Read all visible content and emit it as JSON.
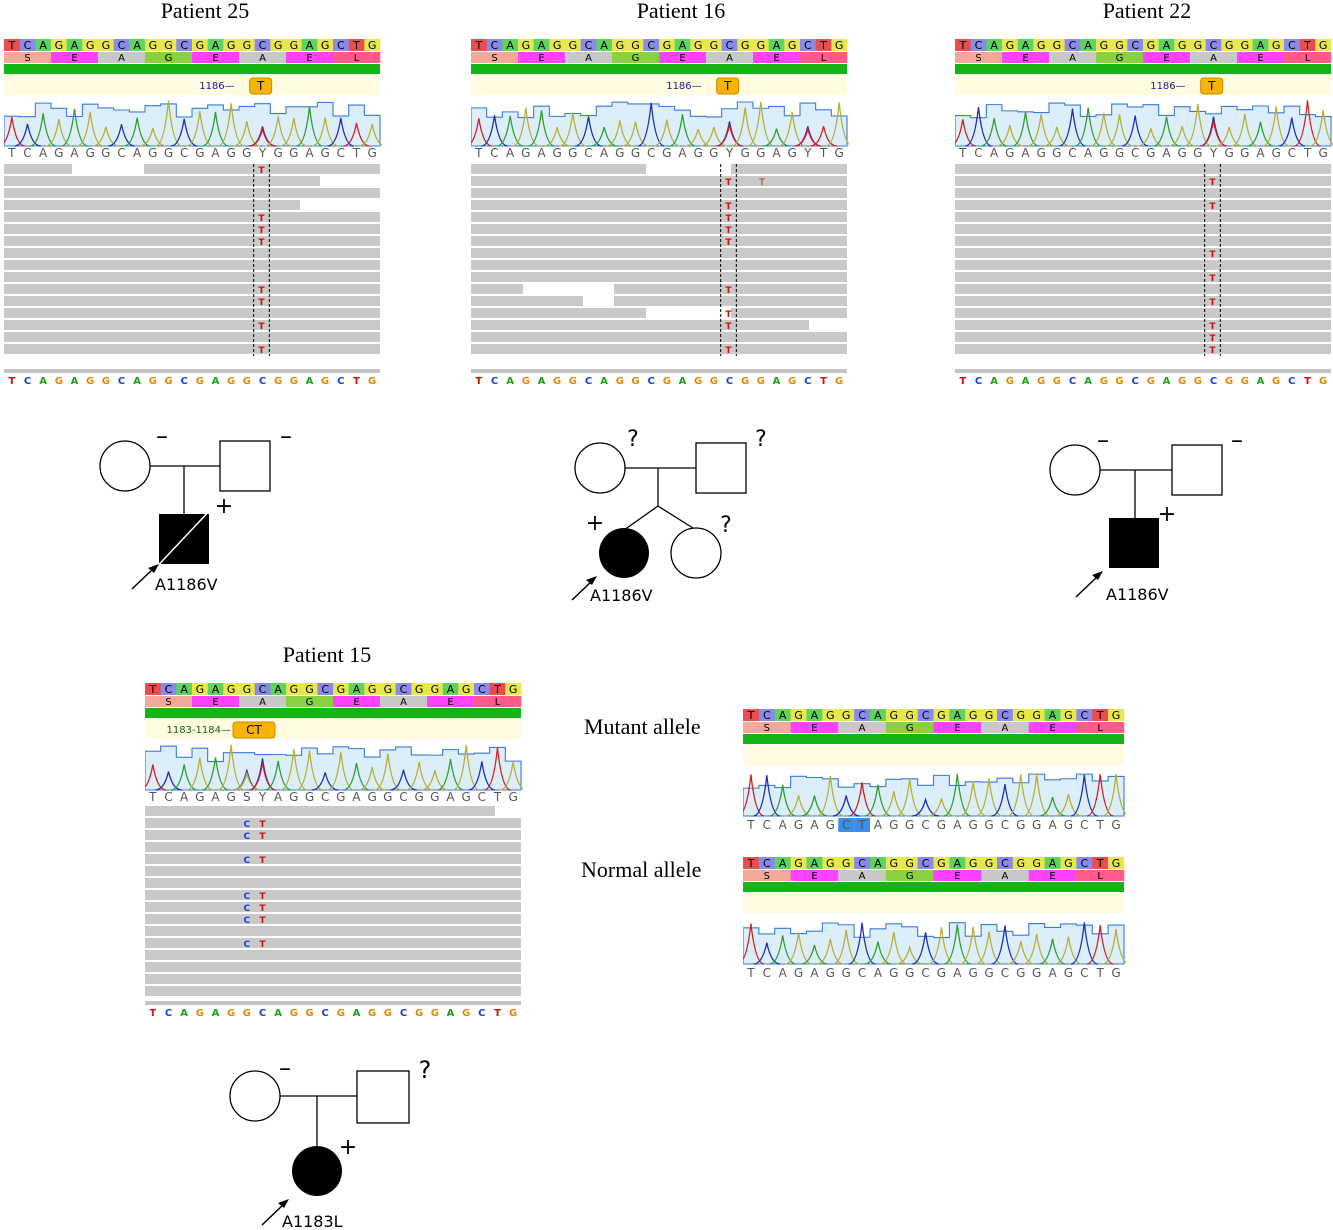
{
  "colors": {
    "A": "#5fd35f",
    "C": "#8a8ae8",
    "G": "#e8e84e",
    "T": "#e84e4e",
    "aa_S": "#f4a89a",
    "aa_E": "#ff40ff",
    "aa_A": "#c8c8c8",
    "aa_G": "#8ad040",
    "aa_L": "#ff5a8a",
    "trace_A": "#2e9e2e",
    "trace_C": "#1f2fb0",
    "trace_G": "#b6b032",
    "trace_T": "#d42020",
    "coverage": "#3a7ad8",
    "read": "#c9c9c9",
    "green_bar": "#14b414",
    "variant_label": "#f5b400"
  },
  "patients": [
    {
      "title": "Patient 25",
      "ref_seq": "TCAGAGGCAGGCGAGGCGGAGCTG",
      "aa_seq": "SEAGEAEL",
      "variant_label": "1186",
      "variant_base": "T",
      "trace_seq": "TCAGAGGCAGGCGAGGYGGAGCTG",
      "bottom_seq": "TCAGAGGCAGGCGAGGCGGAGCTG",
      "genotype_mother": "–",
      "genotype_father": "–",
      "genotype_proband": "+",
      "mutation": "A1186V"
    },
    {
      "title": "Patient 16",
      "ref_seq": "TCAGAGGCAGGCGAGGCGGAGCTG",
      "aa_seq": "SEAGEAEL",
      "variant_label": "1186",
      "variant_base": "T",
      "trace_seq": "TCAGAGGCAGGCGAGGYGGAGYTG",
      "bottom_seq": "TCAGAGGCAGGCGAGGCGGAGCTG",
      "genotype_mother": "?",
      "genotype_father": "?",
      "genotype_proband": "+",
      "genotype_sibling": "?",
      "mutation": "A1186V"
    },
    {
      "title": "Patient 22",
      "ref_seq": "TCAGAGGCAGGCGAGGCGGAGCTG",
      "aa_seq": "SEAGEAEL",
      "variant_label": "1186",
      "variant_base": "T",
      "trace_seq": "TCAGAGGCAGGCGAGGYGGAGCTG",
      "bottom_seq": "TCAGAGGCAGGCGAGGCGGAGCTG",
      "genotype_mother": "–",
      "genotype_father": "–",
      "genotype_proband": "+",
      "mutation": "A1186V"
    },
    {
      "title": "Patient 15",
      "ref_seq": "TCAGAGGCAGGCGAGGCGGAGCTG",
      "aa_seq": "SEAGEAEL",
      "variant_label": "1183-1184",
      "variant_base": "CT",
      "trace_seq": "TCAGAGSYAGGCGAGGCGGAGCTG",
      "bottom_seq": "TCAGAGGCAGGCGAGGCGGAGCTG",
      "genotype_mother": "–",
      "genotype_father": "?",
      "genotype_proband": "+",
      "mutation": "A1183L"
    }
  ],
  "alleles": [
    {
      "label": "Mutant allele",
      "ref_seq": "TCAGAGGCAGGCGAGGCGGAGCTG",
      "aa_seq": "SEAGEAEL",
      "trace_seq": "TCAGAGCTAGGCGAGGCGGAGCTG"
    },
    {
      "label": "Normal allele",
      "ref_seq": "TCAGAGGCAGGCGAGGCGGAGCTG",
      "aa_seq": "SEAGEAEL",
      "trace_seq": "TCAGAGGCAGGCGAGGCGGAGCTG"
    }
  ]
}
